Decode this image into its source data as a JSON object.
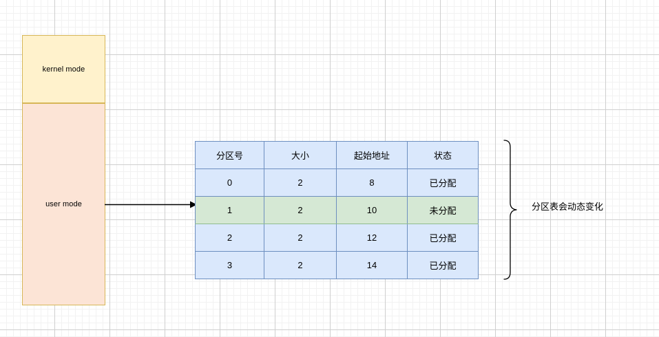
{
  "diagram": {
    "title": "kernel/user mode partition table diagram",
    "colors": {
      "kernel_fill": "#FFF2CC",
      "user_fill": "#FCE4D6",
      "mode_border": "#D6B656",
      "table_fill": "#DAE8FC",
      "table_border": "#6C8EBF",
      "highlight_fill": "#D5E8D4",
      "grid_major": "#CFCFCF",
      "grid_minor": "#F2F2F2",
      "stroke": "#000000"
    },
    "memory_boxes": [
      {
        "id": "kernel",
        "label": "kernel mode"
      },
      {
        "id": "user",
        "label": "user mode"
      }
    ],
    "connector": {
      "name": "user-mode-to-table-arrow",
      "from": "user mode",
      "to": "partition table",
      "style": "solid-arrow"
    },
    "table": {
      "name": "partition-table",
      "headers": [
        "分区号",
        "大小",
        "起始地址",
        "状态"
      ],
      "rows": [
        {
          "cells": [
            "0",
            "2",
            "8",
            "已分配"
          ],
          "highlighted": false
        },
        {
          "cells": [
            "1",
            "2",
            "10",
            "未分配"
          ],
          "highlighted": true
        },
        {
          "cells": [
            "2",
            "2",
            "12",
            "已分配"
          ],
          "highlighted": false
        },
        {
          "cells": [
            "3",
            "2",
            "14",
            "已分配"
          ],
          "highlighted": false
        }
      ]
    },
    "annotation": {
      "brace": "right-curly-brace",
      "text": "分区表会动态变化"
    }
  }
}
